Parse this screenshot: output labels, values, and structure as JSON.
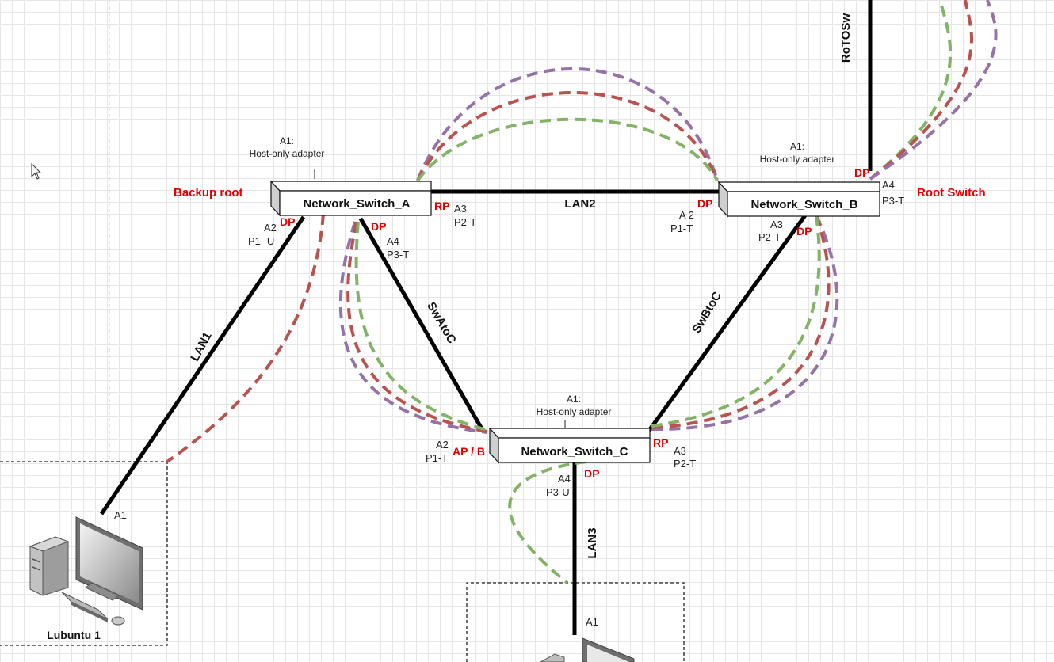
{
  "switches": {
    "a": {
      "name": "Network_Switch_A",
      "adapter_id": "A1:",
      "adapter_type": "Host-only adapter",
      "role": "Backup root"
    },
    "b": {
      "name": "Network_Switch_B",
      "adapter_id": "A1:",
      "adapter_type": "Host-only adapter",
      "role": "Root Switch"
    },
    "c": {
      "name": "Network_Switch_C",
      "adapter_id": "A1:",
      "adapter_type": "Host-only adapter"
    }
  },
  "links": {
    "lan1": "LAN1",
    "lan2": "LAN2",
    "lan3": "LAN3",
    "swatoc": "SwAtoC",
    "swbtoc": "SwBtoC",
    "rotosw": "RoTOSw"
  },
  "ports": {
    "a_a2": "A2",
    "a_p1": "P1- U",
    "a_a3": "A3",
    "a_p2": "P2-T",
    "a_a4": "A4",
    "a_p3": "P3-T",
    "b_a2": "A 2",
    "b_p1": "P1-T",
    "b_a3": "A3",
    "b_p2": "P2-T",
    "b_a4": "A4",
    "b_p3": "P3-T",
    "c_a2": "A2",
    "c_p1": "P1-T",
    "c_a3": "A3",
    "c_p2": "P2-T",
    "c_a4": "A4",
    "c_p3": "P3-U",
    "pc1_a1": "A1",
    "pc2_a1": "A1"
  },
  "port_roles": {
    "a_lan1": "DP",
    "a_lan2": "RP",
    "a_swatoc": "DP",
    "b_lan2": "DP",
    "b_rotosw": "DP",
    "b_swbtoc": "DP",
    "c_swatoc": "AP / B",
    "c_swbtoc": "RP",
    "c_lan3": "DP"
  },
  "hosts": {
    "pc1": "Lubuntu 1"
  },
  "colors": {
    "wire": "#000000",
    "path_green": "#82b366",
    "path_red": "#b85450",
    "path_purple": "#9673a6",
    "role_red": "#e30000"
  }
}
